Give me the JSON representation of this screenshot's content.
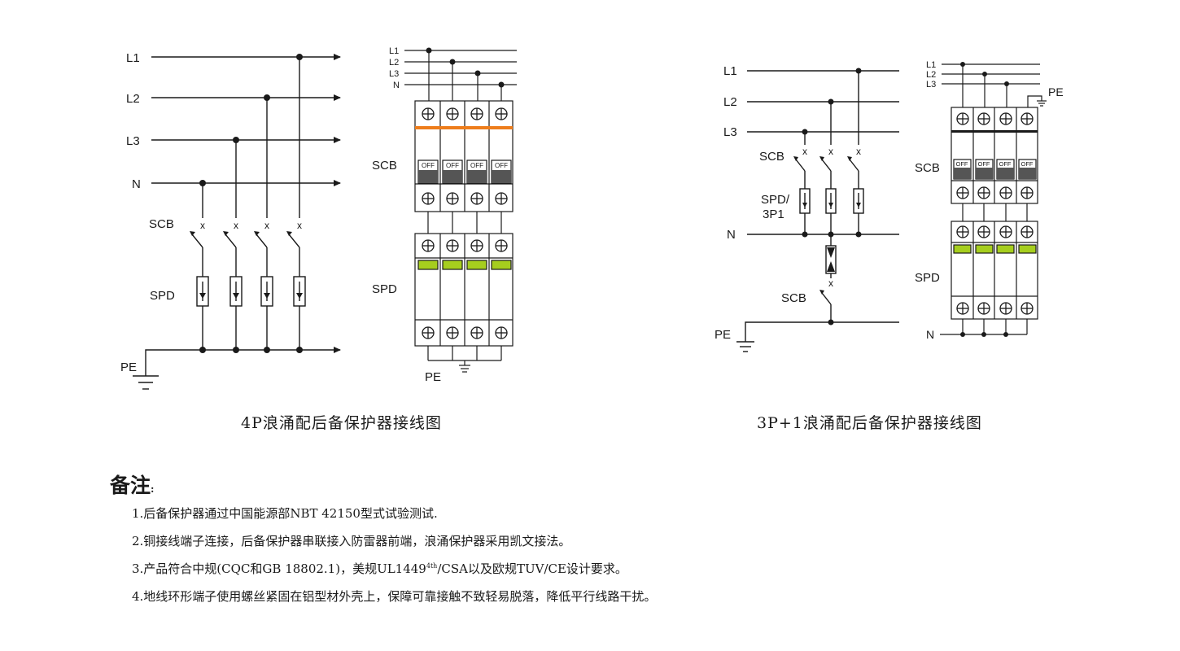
{
  "left_schematic": {
    "phase_labels": [
      "L1",
      "L2",
      "L3",
      "N"
    ],
    "scb_label": "SCB",
    "spd_label": "SPD",
    "pe_label": "PE"
  },
  "left_module": {
    "bus_labels": [
      "L1",
      "L2",
      "L3",
      "N"
    ],
    "scb_label": "SCB",
    "spd_label": "SPD",
    "pe_label": "PE",
    "off_label": "OFF",
    "accent_color": "#ee7d1b",
    "indicator_color": "#a6ce1e"
  },
  "left_caption": "4P浪涌配后备保护器接线图",
  "right_schematic": {
    "phase_labels": [
      "L1",
      "L2",
      "L3"
    ],
    "n_label": "N",
    "scb_label": "SCB",
    "spd_label_line1": "SPD/",
    "spd_label_line2": "3P1",
    "scb_bottom_label": "SCB",
    "pe_label": "PE"
  },
  "right_module": {
    "bus_labels": [
      "L1",
      "L2",
      "L3"
    ],
    "pe_label": "PE",
    "scb_label": "SCB",
    "spd_label": "SPD",
    "n_label": "N",
    "off_label": "OFF"
  },
  "right_caption": "3P+1浪涌配后备保护器接线图",
  "notes": {
    "title": "备注",
    "colon": ":",
    "items": [
      {
        "text": "1.后备保护器通过中国能源部NBT 42150型式试验测试."
      },
      {
        "text": "2.铜接线端子连接，后备保护器串联接入防雷器前端，浪涌保护器采用凯文接法。"
      },
      {
        "pre": "3.产品符合中规(CQC和GB 18802.1)，美规UL1449",
        "sup": "4th",
        "post": "/CSA以及欧规TUV/CE设计要求。"
      },
      {
        "text": "4.地线环形端子使用螺丝紧固在铝型材外壳上，保障可靠接触不致轻易脱落，降低平行线路干扰。"
      }
    ]
  }
}
